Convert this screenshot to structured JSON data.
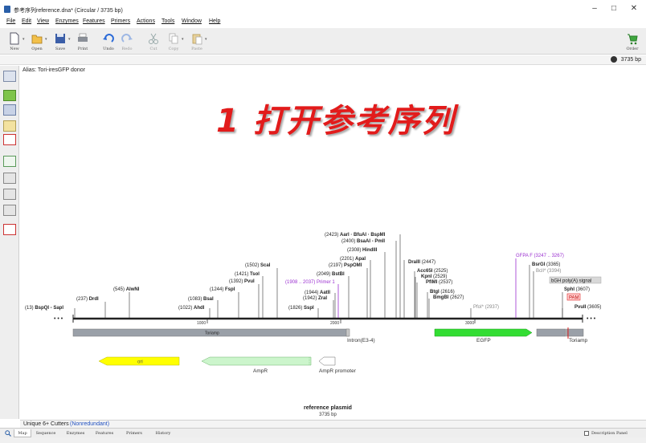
{
  "window": {
    "title": "参考序列reference.dna*  (Circular / 3735 bp)",
    "min_glyph": "–",
    "max_glyph": "□",
    "close_glyph": "✕"
  },
  "menu": [
    "File",
    "Edit",
    "View",
    "Enzymes",
    "Features",
    "Primers",
    "Actions",
    "Tools",
    "Window",
    "Help"
  ],
  "toolbar": {
    "buttons": [
      {
        "label": "New",
        "icon": "new-document-icon",
        "enabled": true
      },
      {
        "label": "Open",
        "icon": "open-folder-icon",
        "enabled": true
      },
      {
        "label": "Save",
        "icon": "save-disk-icon",
        "enabled": true
      },
      {
        "label": "Print",
        "icon": "printer-icon",
        "enabled": true
      },
      {
        "label": "Undo",
        "icon": "undo-icon",
        "enabled": true
      },
      {
        "label": "Redo",
        "icon": "redo-icon",
        "enabled": false
      },
      {
        "label": "Cut",
        "icon": "scissors-icon",
        "enabled": false
      },
      {
        "label": "Copy",
        "icon": "copy-icon",
        "enabled": false
      },
      {
        "label": "Paste",
        "icon": "paste-icon",
        "enabled": false
      }
    ],
    "order_label": "Order"
  },
  "info": {
    "length": "3735 bp"
  },
  "map": {
    "alias": "Alias:  Tori-iresGFP donor",
    "overlay_title": "1 打开参考序列",
    "name": "reference plasmid",
    "length": "3735 bp",
    "ellipsis": "• • •",
    "ruler_ticks": [
      "1000",
      "2000",
      "3000"
    ],
    "features": [
      {
        "label": "Toriamp",
        "color": "#9aa0a8",
        "icon": "feature-box"
      },
      {
        "label": "Intron(E3-4)",
        "color": "#c8c8c8",
        "icon": "feature-box"
      },
      {
        "label": "EGFP",
        "color": "#33dd33",
        "icon": "feature-arrow"
      },
      {
        "label": "Toriamp",
        "color": "#9aa0a8",
        "icon": "feature-box"
      },
      {
        "label": "ori",
        "color": "#ffff00",
        "icon": "feature-arrow"
      },
      {
        "label": "AmpR",
        "color": "#ccf5cc",
        "icon": "feature-arrow"
      },
      {
        "label": "AmpR promoter",
        "color": "#ffffff",
        "icon": "feature-arrow"
      }
    ],
    "sites_left": [
      {
        "pos": "(13)",
        "name": "BspQI - SapI"
      },
      {
        "pos": "(237)",
        "name": "DrdI"
      },
      {
        "pos": "(545)",
        "name": "AlwNI"
      },
      {
        "pos": "(1022)",
        "name": "AhdI"
      },
      {
        "pos": "(1083)",
        "name": "BsaI"
      },
      {
        "pos": "(1244)",
        "name": "FspI"
      },
      {
        "pos": "(1392)",
        "name": "PvuI"
      },
      {
        "pos": "(1421)",
        "name": "TsoI"
      },
      {
        "pos": "(1502)",
        "name": "ScaI"
      },
      {
        "pos": "(1826)",
        "name": "SspI"
      },
      {
        "pos": "(1942)",
        "name": "ZraI"
      },
      {
        "pos": "(1944)",
        "name": "AatII"
      },
      {
        "pos": "(2049)",
        "name": "BstBI"
      },
      {
        "pos": "(2197)",
        "name": "PspOMI"
      },
      {
        "pos": "(2201)",
        "name": "ApaI"
      },
      {
        "pos": "(2308)",
        "name": "HindIII"
      },
      {
        "pos": "(2400)",
        "name": "BsaAI - PmlI"
      },
      {
        "pos": "(2423)",
        "name": "AarI · BfuAI · BspMI"
      }
    ],
    "primer1": "(1908 .. 2037)  Primer 1",
    "sites_right": [
      {
        "pos": "(2447)",
        "name": "DraIII"
      },
      {
        "pos": "(2525)",
        "name": "Acc65I"
      },
      {
        "pos": "(2529)",
        "name": "KpnI"
      },
      {
        "pos": "(2537)",
        "name": "PflMI"
      },
      {
        "pos": "(2616)",
        "name": "BtgI"
      },
      {
        "pos": "(2627)",
        "name": "BmgBI"
      },
      {
        "pos": "(2937)",
        "name": "PfoI*"
      },
      {
        "pos": "(3365)",
        "name": "BsrGI"
      },
      {
        "pos": "(3394)",
        "name": "BclI*"
      },
      {
        "pos": "(3607)",
        "name": "SphI"
      },
      {
        "pos": "(3605)",
        "name": "PvuII"
      }
    ],
    "gfpa_f": "GFPA F  (3247 .. 3267)",
    "bgh": "bGH poly(A) signal",
    "pam": "PAM"
  },
  "bottom": {
    "cutters": "Unique 6+ Cutters",
    "nonredundant": "(Nonredundant)",
    "tabs": [
      "Map",
      "Sequence",
      "Enzymes",
      "Features",
      "Primers",
      "History"
    ],
    "description_panel": "Description Panel"
  },
  "colors": {
    "accent_red": "#e21b1b",
    "primer_purple": "#9b30d0",
    "egfp": "#33dd33",
    "ori": "#ffff00"
  }
}
